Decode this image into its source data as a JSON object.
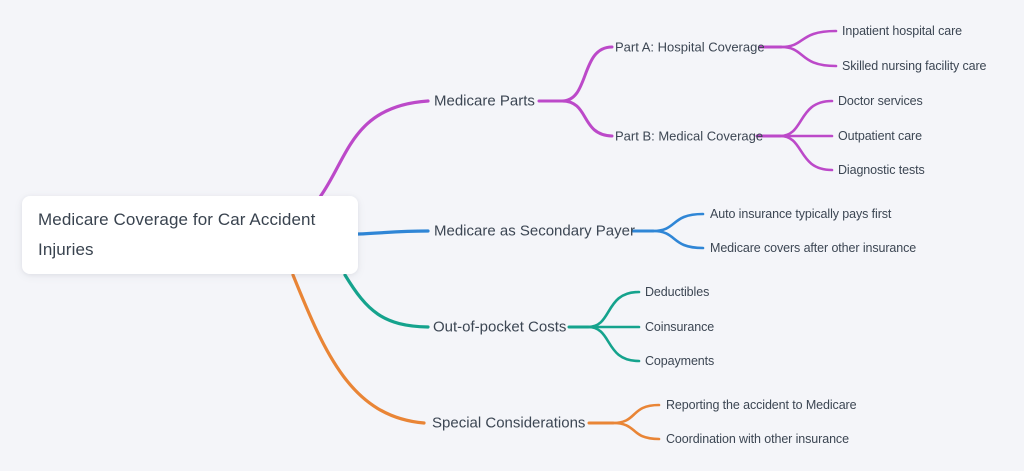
{
  "root": {
    "label": "Medicare Coverage for Car Accident Injuries"
  },
  "colors": {
    "background": "#f4f5f9",
    "root_node_bg": "#ffffff",
    "node_text": "#3c4653"
  },
  "branches": [
    {
      "label": "Medicare Parts",
      "color": "#bc49c9",
      "children": [
        {
          "label": "Part A: Hospital Coverage",
          "children": [
            {
              "label": "Inpatient hospital care"
            },
            {
              "label": "Skilled nursing facility care"
            }
          ]
        },
        {
          "label": "Part B: Medical Coverage",
          "children": [
            {
              "label": "Doctor services"
            },
            {
              "label": "Outpatient care"
            },
            {
              "label": "Diagnostic tests"
            }
          ]
        }
      ]
    },
    {
      "label": "Medicare as Secondary Payer",
      "color": "#2f86d6",
      "children": [
        {
          "label": "Auto insurance typically pays first"
        },
        {
          "label": "Medicare covers after other insurance"
        }
      ]
    },
    {
      "label": "Out-of-pocket Costs",
      "color": "#15a38d",
      "children": [
        {
          "label": "Deductibles"
        },
        {
          "label": "Coinsurance"
        },
        {
          "label": "Copayments"
        }
      ]
    },
    {
      "label": "Special Considerations",
      "color": "#e98536",
      "children": [
        {
          "label": "Reporting the accident to Medicare"
        },
        {
          "label": "Coordination with other insurance"
        }
      ]
    }
  ]
}
